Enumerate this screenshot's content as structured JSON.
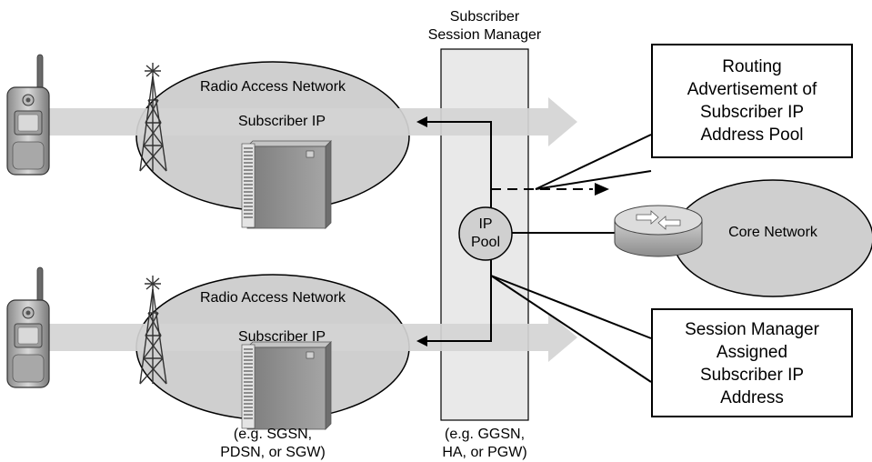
{
  "session_manager": {
    "title_line1": "Subscriber",
    "title_line2": "Session Manager",
    "examples_line1": "(e.g. GGSN,",
    "examples_line2": "HA, or PGW)"
  },
  "ip_pool": {
    "line1": "IP",
    "line2": "Pool"
  },
  "ran_top": {
    "label": "Radio Access Network",
    "subscriber_ip": "Subscriber IP"
  },
  "ran_bottom": {
    "label": "Radio Access Network",
    "subscriber_ip": "Subscriber IP",
    "examples_line1": "(e.g. SGSN,",
    "examples_line2": "PDSN, or SGW)"
  },
  "core": {
    "label": "Core Network"
  },
  "callout_routing": {
    "line1": "Routing",
    "line2": "Advertisement of",
    "line3": "Subscriber IP",
    "line4": "Address Pool"
  },
  "callout_assigned": {
    "line1": "Session Manager",
    "line2": "Assigned",
    "line3": "Subscriber IP",
    "line4": "Address"
  },
  "colors": {
    "ellipse_fill": "#cfcfcf",
    "flow_arrow": "#d4d4d4",
    "manager_fill": "#e9e9e9",
    "pool_fill": "#d0d0d0",
    "outline": "#000000"
  }
}
